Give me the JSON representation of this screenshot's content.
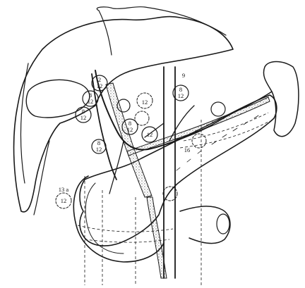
{
  "colors": {
    "ink": "#1a1a1a",
    "paper": "#ffffff",
    "stipple": "#6a6a6a",
    "shade": "#d8d8d8"
  },
  "node_labels": {
    "n9": "9",
    "n12_9": "12",
    "n8_9": "8",
    "n12a": "12",
    "n12b": "12",
    "n8a": "8",
    "n12c": "12",
    "n8b": "8",
    "n12d": "12",
    "n8c": "8",
    "n12e": "12",
    "n12f": "12",
    "n16": "16",
    "n13a": "13 a",
    "n8d": "8",
    "n13a_12": "12",
    "n2": "2"
  }
}
